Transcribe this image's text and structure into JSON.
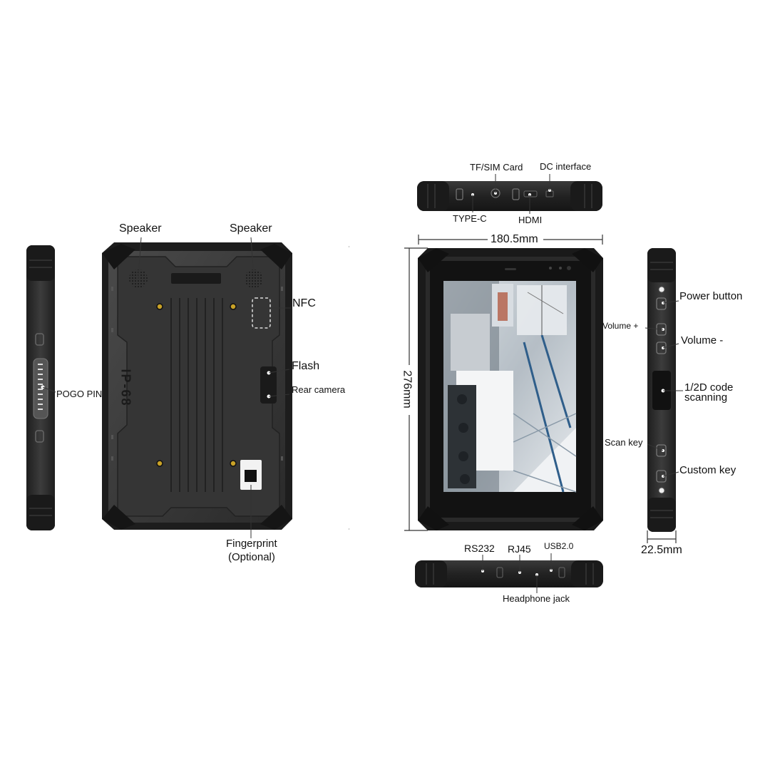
{
  "labels": {
    "speaker_left": "Speaker",
    "speaker_right": "Speaker",
    "nfc": "NFC",
    "flash": "Flash",
    "rear_camera": "Rear camera",
    "pogo_pin": "POGO PIN",
    "fingerprint_line1": "Fingerprint",
    "fingerprint_line2": "(Optional)",
    "ip_rating": "IP-68",
    "tf_sim": "TF/SIM Card",
    "dc_interface": "DC interface",
    "type_c": "TYPE-C",
    "hdmi": "HDMI",
    "power_button": "Power button",
    "volume_plus": "Volume +",
    "volume_minus": "Volume -",
    "code_scanning_line1": "1/2D code",
    "code_scanning_line2": "scanning",
    "scan_key": "Scan key",
    "custom_key": "Custom key",
    "rs232": "RS232",
    "rj45": "RJ45",
    "usb": "USB2.0",
    "headphone_jack": "Headphone jack"
  },
  "dimensions": {
    "width": "180.5mm",
    "height": "276mm",
    "thickness": "22.5mm"
  },
  "colors": {
    "body_dark": "#2b2b2b",
    "bumper": "#1c1c1c",
    "panel": "#3a3a3a",
    "line": "#333333"
  }
}
